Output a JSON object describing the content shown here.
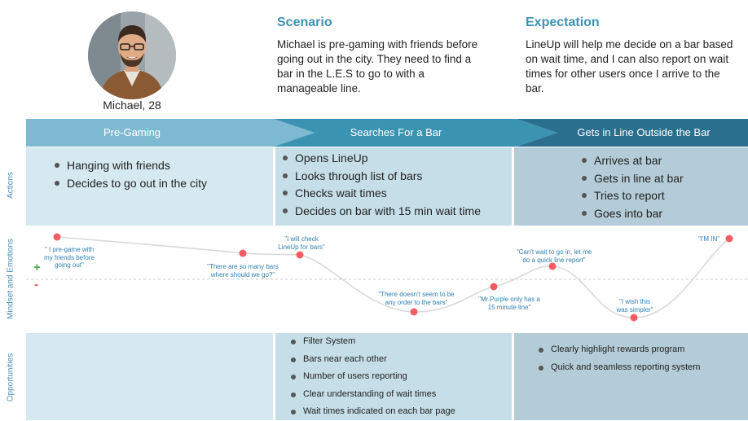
{
  "persona": {
    "name": "Michael, 28"
  },
  "scenario": {
    "title": "Scenario",
    "text": "Michael is pre-gaming with friends before going out in the city. They need to find a bar in the L.E.S to go to with a manageable line."
  },
  "expectation": {
    "title": "Expectation",
    "text": "LineUp will help me decide on a bar based on wait time, and I can also report on wait times for other users once I arrive to the bar."
  },
  "phases": [
    "Pre-Gaming",
    "Searches For a Bar",
    "Gets in Line Outside the Bar"
  ],
  "row_labels": {
    "actions": "Actions",
    "mindset": "Mindset and Emotions",
    "opportunities": "Opportunities"
  },
  "actions": [
    [
      "Hanging with friends",
      "Decides to go out in the city"
    ],
    [
      "Opens LineUp",
      "Looks through list of bars",
      "Checks wait times",
      "Decides on bar with 15 min wait time"
    ],
    [
      "Arrives at bar",
      "Gets in line at bar",
      "Tries to report",
      "Goes into bar"
    ]
  ],
  "emotion_markers": {
    "plus": "+",
    "minus": "-"
  },
  "emotions": [
    {
      "quote": "\" I pre-game with my friends before going out\""
    },
    {
      "quote": "\"There are so many bars where should we go?\""
    },
    {
      "quote": "\"I will check LineUp for bars\""
    },
    {
      "quote": "\"There doesn't seem to be any order to the bars\""
    },
    {
      "quote": "\"Mr.Purple only has a 15 minute line\""
    },
    {
      "quote": "\"Can't wait to go in, let me do a quick line report\""
    },
    {
      "quote": "\"I wish this was simpler\""
    },
    {
      "quote": "\"I'M IN\""
    }
  ],
  "opportunities": [
    [],
    [
      "Filter System",
      "Bars near each other",
      "Number of users reporting",
      "Clear understanding of wait times",
      "Wait times indicated on each bar page"
    ],
    [
      "Clearly highlight rewards program",
      "Quick and seamless reporting system"
    ]
  ],
  "colors": {
    "accent": "#3d93b3",
    "phase1": "#7dbad2",
    "phase2": "#3b93b2",
    "phase3": "#2a6f8e",
    "cell1": "#d6e9f1",
    "cell2": "#c5dee8",
    "cell3": "#b4ccd7",
    "curve": "#d9d9d9",
    "point": "#f25c63"
  }
}
